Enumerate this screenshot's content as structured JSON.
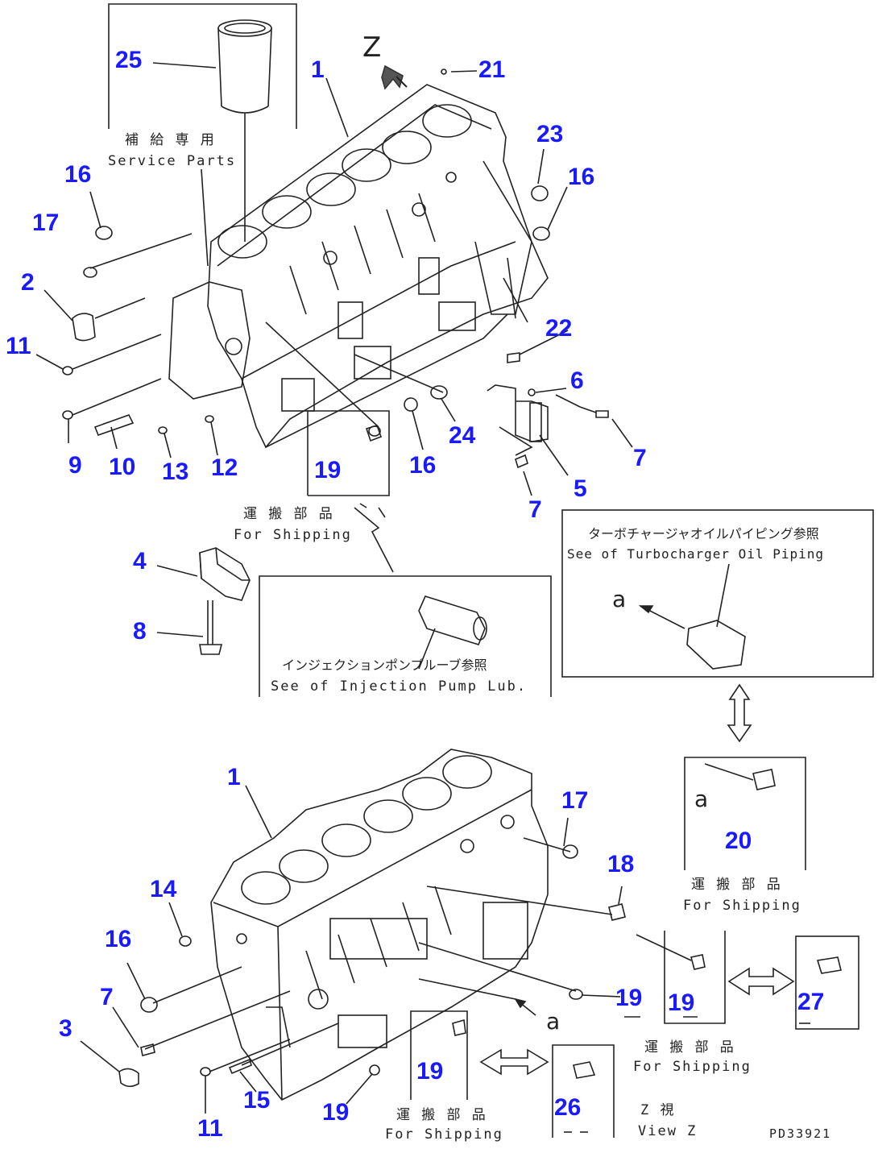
{
  "view_label": "Z",
  "drawing_code": "PD33921",
  "arrow_label": "a",
  "callouts": {
    "n25": "25",
    "n1a": "1",
    "n21": "21",
    "n23": "23",
    "n16a": "16",
    "n16b": "16",
    "n17a": "17",
    "n2": "2",
    "n11a": "11",
    "n9": "9",
    "n10": "10",
    "n13": "13",
    "n12": "12",
    "n19a": "19",
    "n16c": "16",
    "n24": "24",
    "n22": "22",
    "n6": "6",
    "n7a": "7",
    "n5": "5",
    "n7b": "7",
    "n4": "4",
    "n8": "8",
    "n1b": "1",
    "n17b": "17",
    "n14": "14",
    "n16d": "16",
    "n7c": "7",
    "n3": "3",
    "n11b": "11",
    "n15": "15",
    "n19b": "19",
    "n19c": "19",
    "n18": "18",
    "n19d": "19",
    "n19e": "19",
    "n20": "20",
    "n27": "27",
    "n26": "26"
  },
  "notes": {
    "service_jp": "補 給 専 用",
    "service_en": "Service Parts",
    "shipping_jp": "運 搬 部 品",
    "shipping_en": "For Shipping",
    "injection_jp": "インジェクションポンプルーブ参照",
    "injection_en": "See of Injection Pump Lub.",
    "turbo_jp": "ターボチャージャオイルパイピング参照",
    "turbo_en": "See of Turbocharger Oil Piping",
    "view_jp": "Z  視",
    "view_en": "View Z"
  }
}
